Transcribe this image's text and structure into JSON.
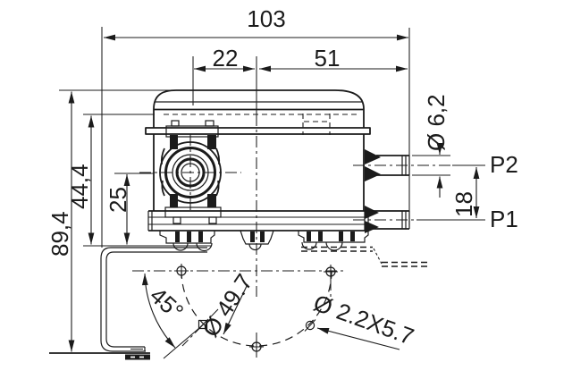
{
  "dims": {
    "total_width": "103",
    "left_offset": "22",
    "right_offset": "51",
    "pipe_diameter": "Ø 6,2",
    "port_spacing": "18",
    "body_height": "44,4",
    "port_height": "25",
    "total_height": "89,4",
    "mount_angle": "45°",
    "bolt_circle": "Ø 49.7",
    "slot_size": "Ø 2.2X5.7"
  },
  "ports": {
    "upper": "P2",
    "lower": "P1"
  }
}
